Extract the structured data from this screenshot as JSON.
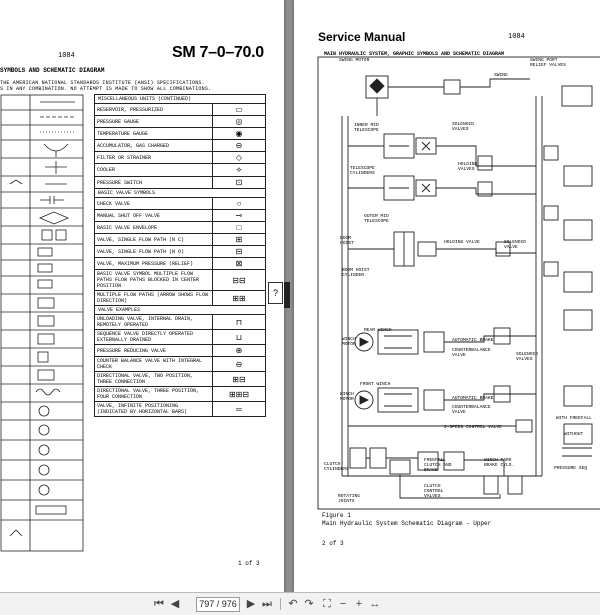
{
  "left_page": {
    "doc_number": "1084",
    "manual_code": "SM 7–0–70.0",
    "section_title": "SYMBOLS AND SCHEMATIC DIAGRAM",
    "intro_line1": "THE AMERICAN NATIONAL STANDARDS INSTITUTE (ANSI) SPECIFICATIONS.",
    "intro_line2": "S IN ANY COMBINATION. NO ATTEMPT IS MADE TO SHOW ALL COMBINATIONS.",
    "misc_header": "MISCELLANEOUS UNITS (CONTINUED)",
    "symbols": [
      {
        "label": "RESERVOIR, PRESSURIZED"
      },
      {
        "label": "PRESSURE GAUGE"
      },
      {
        "label": "TEMPERATURE GAUGE"
      },
      {
        "label": "ACCUMULATOR, GAS CHARGED"
      },
      {
        "label": "FILTER OR STRAINER"
      },
      {
        "label": "COOLER"
      },
      {
        "label": "PRESSURE SWITCH"
      },
      {
        "label": "BASIC VALVE SYMBOLS",
        "header": true
      },
      {
        "label": "CHECK VALVE"
      },
      {
        "label": "MANUAL SHUT OFF VALVE"
      },
      {
        "label": "BASIC VALVE ENVELOPE"
      },
      {
        "label": "VALVE, SINGLE FLOW PATH (N C)"
      },
      {
        "label": "VALVE, SINGLE FLOW PATH (N O)"
      },
      {
        "label": "VALVE, MAXIMUM PRESSURE (RELIEF)"
      },
      {
        "label": "BASIC VALVE SYMBOL MULTIPLE FLOW PATHS FLOW PATHS BLOCKED IN CENTER POSITION"
      },
      {
        "label": "MULTIPLE FLOW PATHS (ARROW SHOWS FLOW DIRECTION)"
      },
      {
        "label": "VALVE EXAMPLES",
        "header": true
      },
      {
        "label": "UNLOADING VALVE, INTERNAL DRAIN, REMOTELY OPERATED"
      },
      {
        "label": "SEQUENCE VALVE DIRECTLY OPERATED EXTERNALLY DRAINED"
      },
      {
        "label": "PRESSURE REDUCING VALVE"
      },
      {
        "label": "COUNTER BALANCE VALVE WITH INTEGRAL CHECK"
      },
      {
        "label": "DIRECTIONAL VALVE, TWO POSITION, THREE CONNECTION"
      },
      {
        "label": "DIRECTIONAL VALVE, THREE POSITION, FOUR CONNECTION"
      },
      {
        "label": "VALVE, INFINITE POSITIONING (INDICATED BY HORIZONTAL BARS)"
      }
    ],
    "footer": "1 of 3",
    "marker_text": "?"
  },
  "right_page": {
    "title": "Service Manual",
    "doc_number": "1084",
    "diagram_title": "MAIN HYDRAULIC SYSTEM, GRAPHIC SYMBOLS AND SCHEMATIC DIAGRAM",
    "labels": {
      "swing_motor": "SWING MOTOR",
      "swing": "SWING",
      "swing_port_relief": "SWING PORT RELIEF VALVES",
      "inner_mid": "INNER MID TELESCOPE",
      "solenoid_valves": "SOLENOID VALVES",
      "holding_valves": "HOLDING VALVES",
      "telescope_cyl": "TELESCOPE CYLINDERS",
      "outer_mid": "OUTER MID TELESCOPE",
      "boom_hoist": "BOOM HOIST",
      "holding_valve": "HOLDING VALVE",
      "solenoid_valve": "SOLENOID VALVE",
      "boom_hoist_cyl": "BOOM HOIST CYLINDER",
      "rear_winch": "REAR WINCH",
      "winch_motor": "WINCH MOTOR",
      "auto_brake1": "AUTOMATIC BRAKE",
      "counterbalance1": "COUNTERBALANCE VALVE",
      "solenoid_valves2": "SOLENOID VALVES",
      "front_winch": "FRONT WINCH",
      "winch_motor2": "WINCH MOTOR",
      "auto_brake2": "AUTOMATIC BRAKE",
      "counterbalance2": "COUNTERBALANCE VALVE",
      "speed_control": "2-SPEED CONTROL VALVE",
      "with_freefall": "WITH FREEFALL",
      "without": "WITHOUT",
      "freefall_clutch": "FREEFALL CLUTCH AND BRAKE",
      "winch_park": "WINCH PARK BRAKE CYLS.",
      "clutch_cyl": "CLUTCH CYLINDERS",
      "clutch_control": "CLUTCH CONTROL VALVES",
      "rotating_joints": "ROTATING JOINTS",
      "pressure_seq": "PRESSURE SEQ"
    },
    "figure_label": "Figure 1",
    "figure_caption": "Main Hydraulic System Schematic Diagram - Upper",
    "footer": "2 of 3"
  },
  "toolbar": {
    "page_indicator": "797 / 976",
    "icons": [
      "first-page-icon",
      "prev-page-icon",
      "next-page-icon",
      "last-page-icon",
      "prev-view-icon",
      "next-view-icon",
      "fit-page-icon",
      "zoom-out-icon",
      "zoom-in-icon",
      "fit-width-icon"
    ]
  }
}
